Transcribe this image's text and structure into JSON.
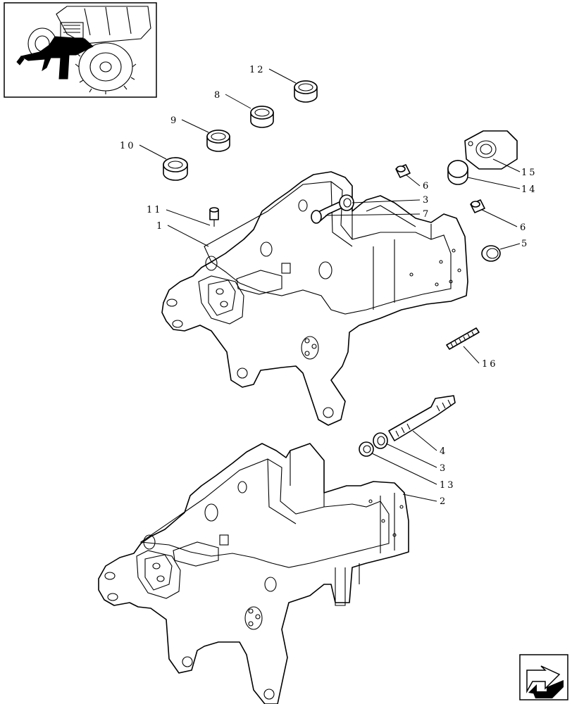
{
  "thumbnail": {
    "icon": "tractor-location-icon"
  },
  "nav": {
    "icon": "next-page-arrow-icon"
  },
  "callouts": {
    "c1": "1",
    "c2": "2",
    "c3a": "3",
    "c3b": "3",
    "c4": "4",
    "c5": "5",
    "c6a": "6",
    "c6b": "6",
    "c7": "7",
    "c8": "8",
    "c9": "9",
    "c10": "10",
    "c11": "11",
    "c12": "12",
    "c13": "13",
    "c14": "14",
    "c15": "15",
    "c16": "16"
  }
}
